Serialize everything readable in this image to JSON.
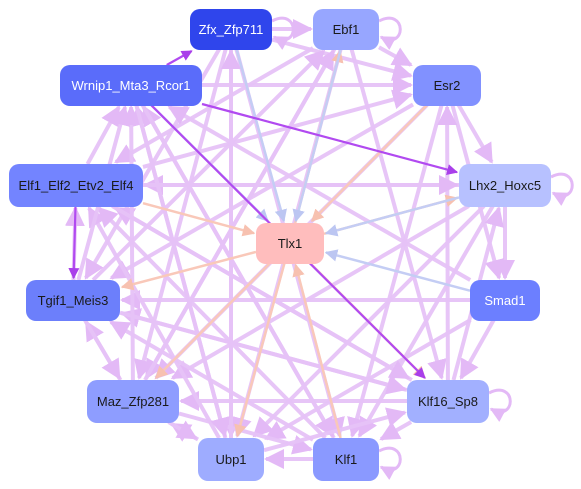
{
  "colors": {
    "background": "#ffffff",
    "edge_pale_violet": "#e6c2f7",
    "edge_peach": "#f9c8b9",
    "edge_light_blue": "#c4cdf4",
    "edge_purple": "#b14af0",
    "node_center": "#ffbdbd"
  },
  "diagram": {
    "type": "gene-regulatory-network",
    "nodes": [
      {
        "id": "tlx1",
        "label": "Tlx1",
        "fill": "#ffbdbd",
        "text": "dark"
      },
      {
        "id": "zfx",
        "label": "Zfx_Zfp711",
        "fill": "#2f45ec",
        "text": "light"
      },
      {
        "id": "ebf1",
        "label": "Ebf1",
        "fill": "#97a6ff",
        "text": "dark"
      },
      {
        "id": "esr2",
        "label": "Esr2",
        "fill": "#8191ff",
        "text": "dark"
      },
      {
        "id": "lhx2",
        "label": "Lhx2_Hoxc5",
        "fill": "#b7c1ff",
        "text": "dark"
      },
      {
        "id": "smad1",
        "label": "Smad1",
        "fill": "#6c7fff",
        "text": "light"
      },
      {
        "id": "klf16",
        "label": "Klf16_Sp8",
        "fill": "#a2b0ff",
        "text": "dark"
      },
      {
        "id": "klf1",
        "label": "Klf1",
        "fill": "#8a99ff",
        "text": "dark"
      },
      {
        "id": "ubp1",
        "label": "Ubp1",
        "fill": "#9eacff",
        "text": "dark"
      },
      {
        "id": "maz",
        "label": "Maz_Zfp281",
        "fill": "#8e9dff",
        "text": "dark"
      },
      {
        "id": "tgif1",
        "label": "Tgif1_Meis3",
        "fill": "#6c7ffb",
        "text": "dark"
      },
      {
        "id": "elf1",
        "label": "Elf1_Elf2_Etv2_Elf4",
        "fill": "#7384ff",
        "text": "dark"
      },
      {
        "id": "wrnip1",
        "label": "Wrnip1_Mta3_Rcor1",
        "fill": "#5a6cfa",
        "text": "light"
      }
    ],
    "edges": [
      {
        "from": "zfx",
        "to": "tlx1",
        "kind": "blue"
      },
      {
        "from": "ebf1",
        "to": "tlx1",
        "kind": "blue"
      },
      {
        "from": "wrnip1",
        "to": "tlx1",
        "kind": "blue"
      },
      {
        "from": "smad1",
        "to": "tlx1",
        "kind": "blue"
      },
      {
        "from": "lhx2",
        "to": "tlx1",
        "kind": "blue"
      },
      {
        "from": "elf1",
        "to": "tlx1",
        "kind": "peach"
      },
      {
        "from": "esr2",
        "to": "tlx1",
        "kind": "peach"
      },
      {
        "from": "klf1",
        "to": "tlx1",
        "kind": "peach"
      },
      {
        "from": "tlx1",
        "to": "lhx2",
        "kind": "peach"
      },
      {
        "from": "tlx1",
        "to": "tgif1",
        "kind": "peach"
      },
      {
        "from": "tlx1",
        "to": "ubp1",
        "kind": "peach"
      },
      {
        "from": "tlx1",
        "to": "klf16",
        "kind": "peach"
      },
      {
        "from": "tlx1",
        "to": "maz",
        "kind": "peach"
      },
      {
        "from": "tlx1",
        "to": "ebf1",
        "kind": "peach"
      },
      {
        "from": "wrnip1",
        "to": "zfx",
        "kind": "purple"
      },
      {
        "from": "wrnip1",
        "to": "lhx2",
        "kind": "purple"
      },
      {
        "from": "elf1",
        "to": "tgif1",
        "kind": "purple"
      },
      {
        "from": "wrnip1",
        "to": "klf16",
        "kind": "purple"
      },
      {
        "from": "zfx",
        "to": "ebf1",
        "kind": "violet"
      },
      {
        "from": "ebf1",
        "to": "esr2",
        "kind": "violet"
      },
      {
        "from": "esr2",
        "to": "lhx2",
        "kind": "violet"
      },
      {
        "from": "lhx2",
        "to": "smad1",
        "kind": "violet"
      },
      {
        "from": "smad1",
        "to": "klf16",
        "kind": "violet"
      },
      {
        "from": "klf16",
        "to": "klf1",
        "kind": "violet"
      },
      {
        "from": "klf1",
        "to": "ubp1",
        "kind": "violet"
      },
      {
        "from": "ubp1",
        "to": "maz",
        "kind": "violet"
      },
      {
        "from": "maz",
        "to": "tgif1",
        "kind": "violet"
      },
      {
        "from": "tgif1",
        "to": "elf1",
        "kind": "violet"
      },
      {
        "from": "elf1",
        "to": "wrnip1",
        "kind": "violet"
      },
      {
        "from": "wrnip1",
        "to": "esr2",
        "kind": "violet"
      },
      {
        "from": "zfx",
        "to": "esr2",
        "kind": "violet"
      },
      {
        "from": "zfx",
        "to": "klf1",
        "kind": "violet"
      },
      {
        "from": "zfx",
        "to": "ubp1",
        "kind": "violet"
      },
      {
        "from": "zfx",
        "to": "maz",
        "kind": "violet"
      },
      {
        "from": "zfx",
        "to": "tgif1",
        "kind": "violet"
      },
      {
        "from": "ebf1",
        "to": "klf16",
        "kind": "violet"
      },
      {
        "from": "ebf1",
        "to": "ubp1",
        "kind": "violet"
      },
      {
        "from": "ebf1",
        "to": "maz",
        "kind": "violet"
      },
      {
        "from": "ebf1",
        "to": "elf1",
        "kind": "violet"
      },
      {
        "from": "esr2",
        "to": "klf1",
        "kind": "violet"
      },
      {
        "from": "esr2",
        "to": "maz",
        "kind": "violet"
      },
      {
        "from": "esr2",
        "to": "tgif1",
        "kind": "violet"
      },
      {
        "from": "esr2",
        "to": "smad1",
        "kind": "violet"
      },
      {
        "from": "lhx2",
        "to": "ubp1",
        "kind": "violet"
      },
      {
        "from": "lhx2",
        "to": "maz",
        "kind": "violet"
      },
      {
        "from": "lhx2",
        "to": "elf1",
        "kind": "violet"
      },
      {
        "from": "lhx2",
        "to": "klf1",
        "kind": "violet"
      },
      {
        "from": "smad1",
        "to": "ubp1",
        "kind": "violet"
      },
      {
        "from": "smad1",
        "to": "tgif1",
        "kind": "violet"
      },
      {
        "from": "smad1",
        "to": "wrnip1",
        "kind": "violet"
      },
      {
        "from": "klf16",
        "to": "maz",
        "kind": "violet"
      },
      {
        "from": "klf16",
        "to": "tgif1",
        "kind": "violet"
      },
      {
        "from": "klf16",
        "to": "elf1",
        "kind": "violet"
      },
      {
        "from": "klf16",
        "to": "esr2",
        "kind": "violet"
      },
      {
        "from": "klf1",
        "to": "tgif1",
        "kind": "violet"
      },
      {
        "from": "klf1",
        "to": "elf1",
        "kind": "violet"
      },
      {
        "from": "klf1",
        "to": "wrnip1",
        "kind": "violet"
      },
      {
        "from": "ubp1",
        "to": "elf1",
        "kind": "violet"
      },
      {
        "from": "ubp1",
        "to": "wrnip1",
        "kind": "violet"
      },
      {
        "from": "ubp1",
        "to": "zfx",
        "kind": "violet"
      },
      {
        "from": "maz",
        "to": "wrnip1",
        "kind": "violet"
      },
      {
        "from": "maz",
        "to": "ebf1",
        "kind": "violet"
      },
      {
        "from": "maz",
        "to": "klf1",
        "kind": "violet"
      },
      {
        "from": "tgif1",
        "to": "wrnip1",
        "kind": "violet"
      },
      {
        "from": "tgif1",
        "to": "ebf1",
        "kind": "violet"
      },
      {
        "from": "tgif1",
        "to": "klf16",
        "kind": "violet"
      },
      {
        "from": "elf1",
        "to": "esr2",
        "kind": "violet"
      },
      {
        "from": "elf1",
        "to": "lhx2",
        "kind": "violet"
      },
      {
        "from": "elf1",
        "to": "klf16",
        "kind": "violet"
      },
      {
        "from": "wrnip1",
        "to": "klf1",
        "kind": "violet"
      },
      {
        "from": "wrnip1",
        "to": "ubp1",
        "kind": "violet"
      },
      {
        "from": "klf16",
        "to": "lhx2",
        "kind": "violet"
      },
      {
        "from": "ubp1",
        "to": "klf16",
        "kind": "violet"
      },
      {
        "from": "maz",
        "to": "ubp1",
        "kind": "violet"
      },
      {
        "from": "tgif1",
        "to": "maz",
        "kind": "violet"
      }
    ],
    "self_loops": [
      "zfx",
      "ebf1",
      "lhx2",
      "klf16",
      "klf1"
    ]
  }
}
